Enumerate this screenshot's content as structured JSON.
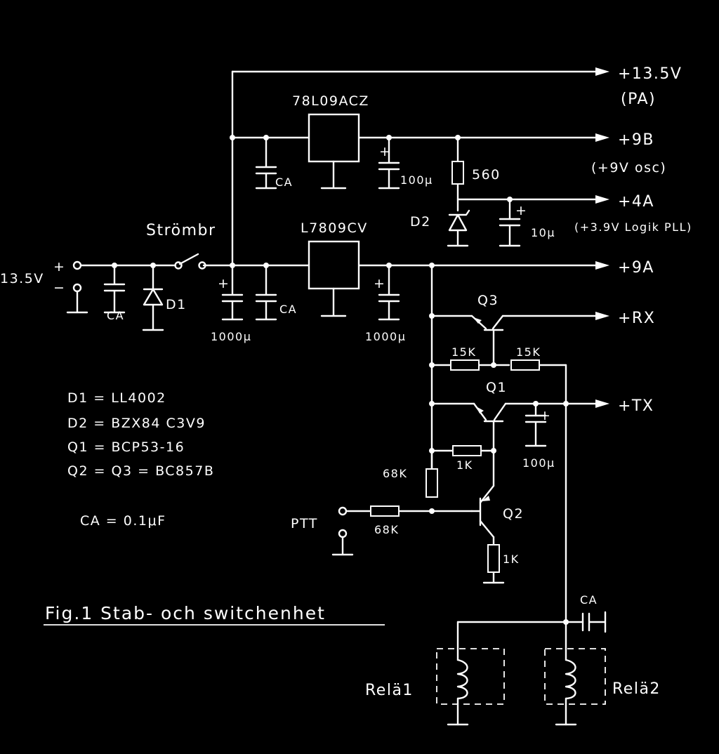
{
  "diagram": {
    "outputs": {
      "v135": "+13.5V",
      "pa": "(PA)",
      "b9": "+9B",
      "osc": "(+9V osc)",
      "a4": "+4A",
      "logik": "(+3.9V Logik PLL)",
      "a9": "+9A",
      "rx": "+RX",
      "tx": "+TX"
    },
    "input": {
      "voltage": "13.5V",
      "plus": "+",
      "minus": "−"
    },
    "regulators": {
      "top": "78L09ACZ",
      "bottom": "L7809CV"
    },
    "labels": {
      "switch": "Strömbr",
      "d1": "D1",
      "d2": "D2",
      "q1": "Q1",
      "q2": "Q2",
      "q3": "Q3",
      "ptt": "PTT",
      "rela1": "Relä1",
      "rela2": "Relä2"
    },
    "values": {
      "ca": "CA",
      "c100u": "100μ",
      "c10u": "10μ",
      "c1000u": "1000μ",
      "r560": "560",
      "r15k": "15K",
      "r1k": "1K",
      "r68k": "68K",
      "plus": "+"
    },
    "legend": [
      "D1 = LL4002",
      "D2 = BZX84 C3V9",
      "Q1 = BCP53-16",
      "Q2 = Q3 = BC857B"
    ],
    "ca_value": "CA = 0.1μF",
    "caption": "Fig.1   Stab- och switchenhet"
  }
}
